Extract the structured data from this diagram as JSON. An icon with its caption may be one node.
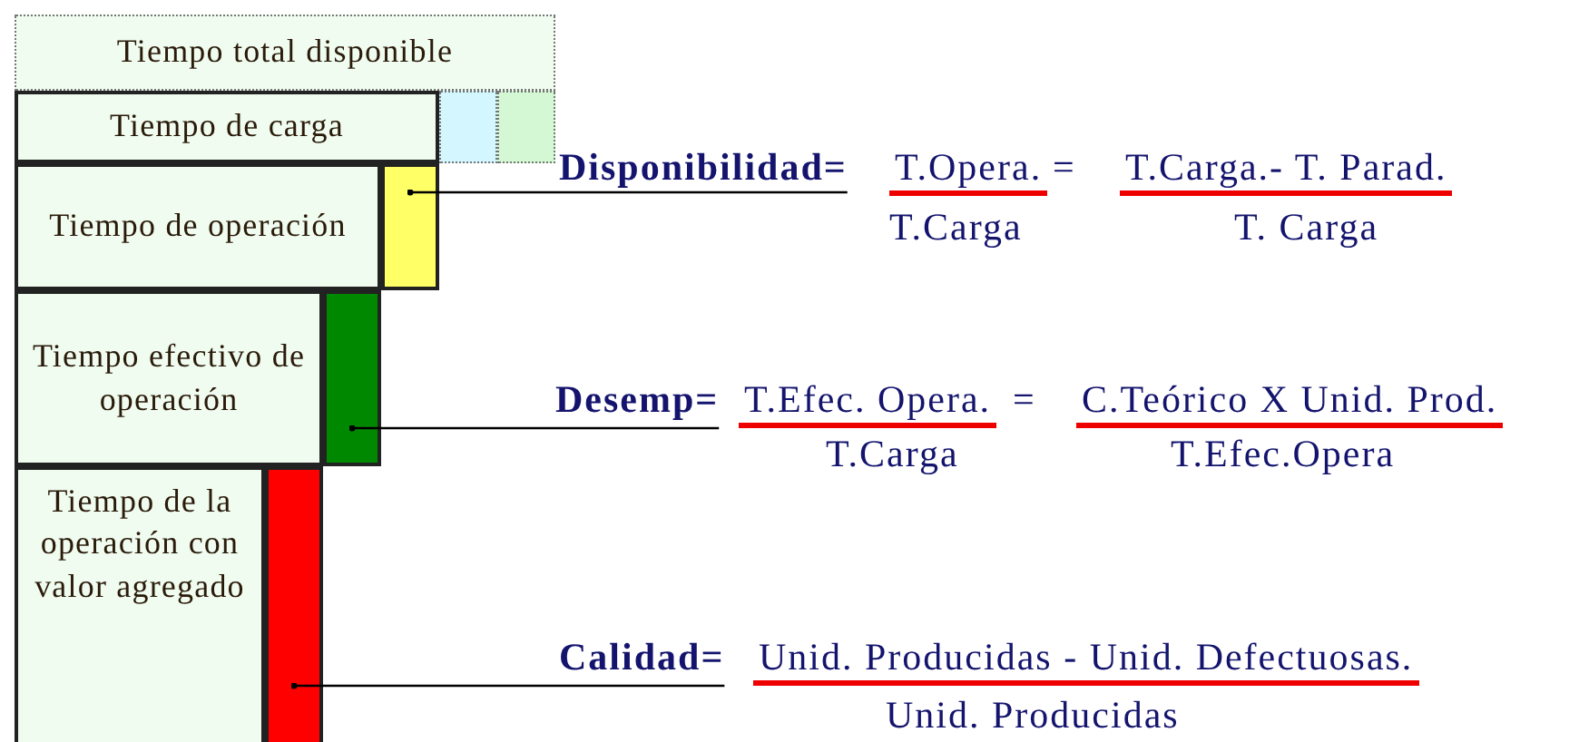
{
  "diagram": {
    "nodes": [
      {
        "text": [
          "Tiempo total disponible"
        ]
      },
      {
        "text": [
          "Tiempo de carga"
        ]
      },
      {
        "text": [],
        "shape": "box"
      },
      {
        "text": [],
        "shape": "box"
      },
      {
        "text": [
          "Tiempo de operación"
        ]
      },
      {
        "text": [],
        "shape": "bar"
      },
      {
        "text": [
          "Tiempo efectivo de operación"
        ]
      },
      {
        "text": [],
        "shape": "bar"
      },
      {
        "text": [
          "Tiempo de la operación con valor agregado"
        ]
      },
      {
        "text": [],
        "shape": "bar"
      },
      {
        "text": [
          "Disponibilidad="
        ]
      },
      {
        "text": [
          "Desemp="
        ]
      },
      {
        "text": [
          "Calidad="
        ]
      }
    ],
    "edges": [
      {
        "from": 10,
        "to": 5,
        "arrow": "other"
      },
      {
        "from": 11,
        "to": 7,
        "arrow": "other"
      },
      {
        "from": 12,
        "to": 9,
        "arrow": "other"
      }
    ],
    "labels": [
      "T.Opera.",
      "=",
      "T.Carga.- T. Parad.",
      "T.Carga",
      "T. Carga",
      "T.Efec. Opera.",
      "=",
      "C.Teórico X Unid. Prod.",
      "T.Carga",
      "T.Efec.Opera",
      "Unid. Producidas - Unid. Defectuosas.",
      "Unid. Producidas"
    ]
  }
}
